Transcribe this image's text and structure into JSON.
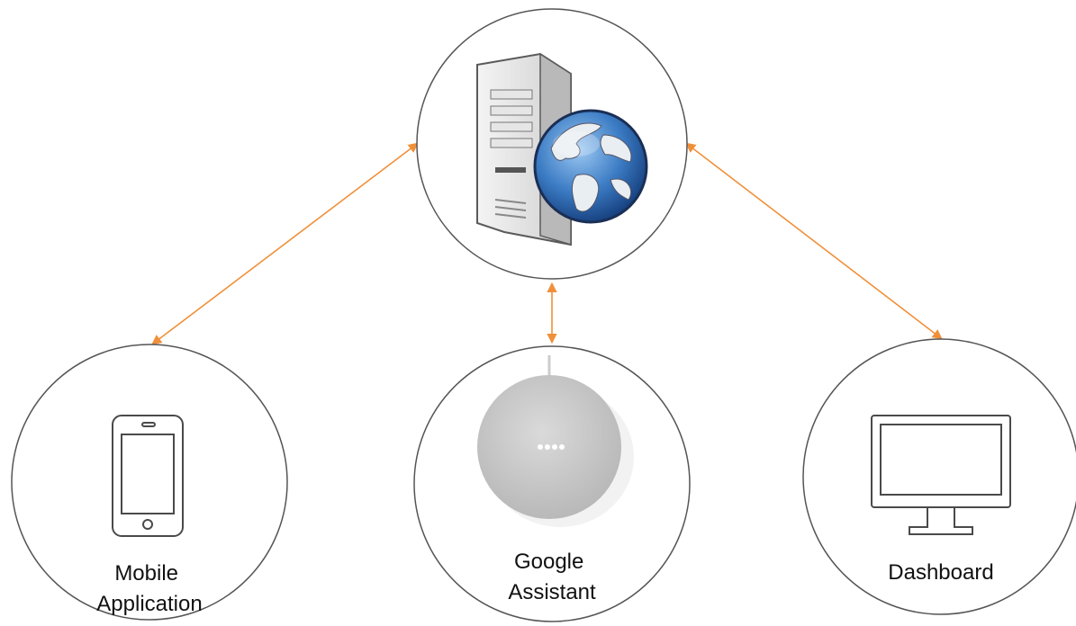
{
  "diagram": {
    "server": {
      "icon": "web-server-globe-icon"
    },
    "nodes": [
      {
        "id": "mobile",
        "label_lines": [
          "Mobile",
          "Application"
        ],
        "icon": "smartphone-icon"
      },
      {
        "id": "assistant",
        "label_lines": [
          "Google",
          "Assistant"
        ],
        "icon": "smart-speaker-icon"
      },
      {
        "id": "dashboard",
        "label_lines": [
          "Dashboard"
        ],
        "icon": "monitor-icon"
      }
    ],
    "connections": [
      {
        "from": "server",
        "to": "mobile",
        "direction": "bidirectional"
      },
      {
        "from": "server",
        "to": "assistant",
        "direction": "bidirectional"
      },
      {
        "from": "server",
        "to": "dashboard",
        "direction": "bidirectional"
      }
    ]
  },
  "colors": {
    "arrow": "#f0903a",
    "circle_stroke": "#555555",
    "icon_stroke": "#4a4a4a",
    "globe_blue": "#2f6fb8",
    "speaker_grey": "#c9c9c9"
  }
}
